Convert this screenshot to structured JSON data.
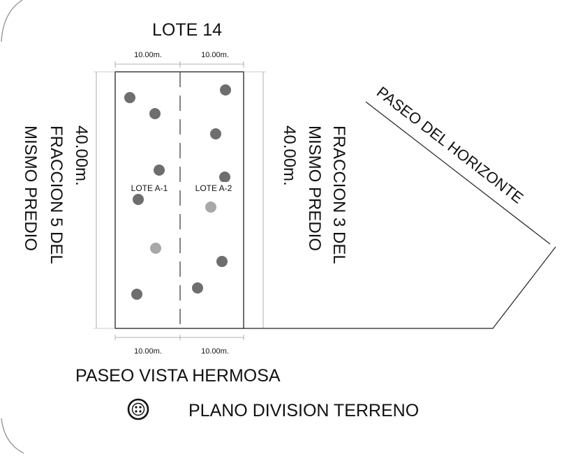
{
  "title": "PLANO DIVISION TERRENO",
  "labels": {
    "north": "LOTE 14",
    "south": "PASEO VISTA HERMOSA",
    "diagonal_street": "PASEO DEL HORIZONTE",
    "west_line1": "FRACCION 5 DEL",
    "west_line2": "MISMO PREDIO",
    "east_line1": "FRACCION 3 DEL",
    "east_line2": "MISMO PREDIO",
    "lot_a1": "LOTE A-1",
    "lot_a2": "LOTE A-2"
  },
  "dimensions": {
    "top_left": "10.00m.",
    "top_right": "10.00m.",
    "bottom_left": "10.00m.",
    "bottom_right": "10.00m.",
    "west": "40.00m.",
    "east": "40.00m."
  },
  "colors": {
    "line": "#222222",
    "dim_line": "#9a9a9a",
    "tree": "#6e6e6e",
    "tree_light": "#a8a8a8",
    "frame": "#8a8a8a"
  },
  "legend_icon": "tree-symbol-icon"
}
